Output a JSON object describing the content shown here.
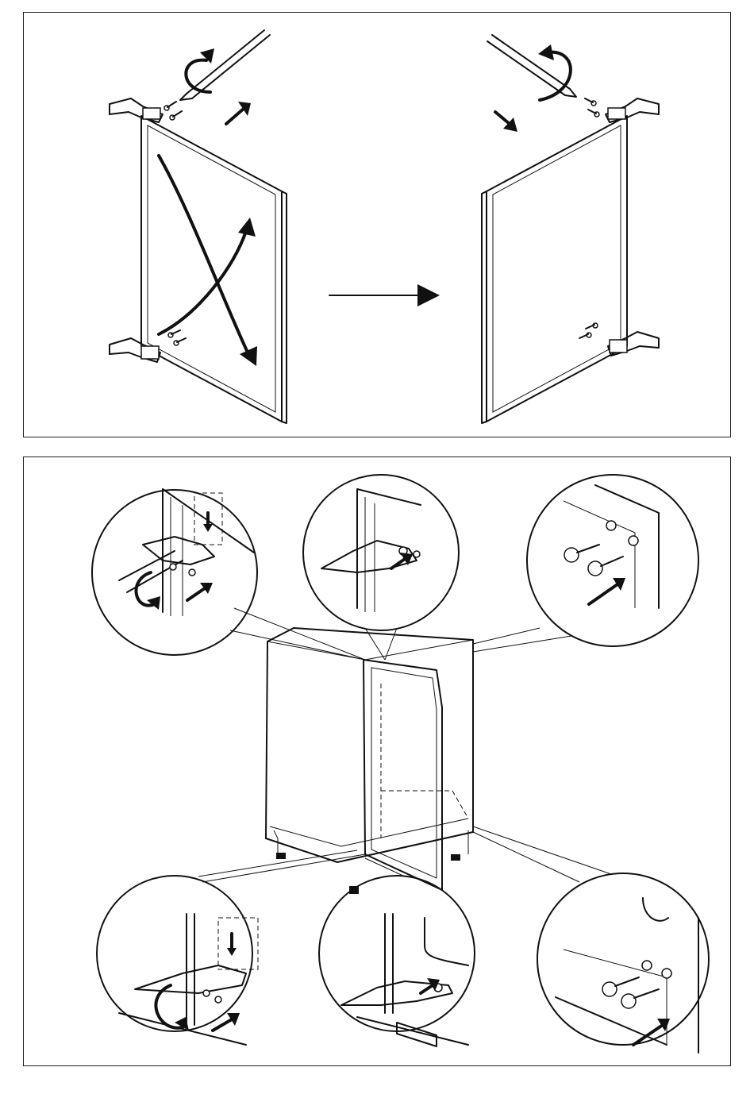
{
  "figure": {
    "panels": [
      {
        "id": "door-reversal-panel",
        "steps": [
          "unscrew-hinges",
          "swap-hinges",
          "refit-hinges"
        ]
      },
      {
        "id": "hinge-mounting-panel",
        "details": [
          "top-left-hinge",
          "top-center-hinge",
          "top-right-holes",
          "bottom-left-hinge",
          "bottom-center-hinge",
          "bottom-right-holes"
        ]
      }
    ],
    "icons": [
      "screwdriver-icon",
      "rotate-arrow-icon",
      "arrow-icon",
      "screw-icon",
      "hinge-icon",
      "door-icon",
      "appliance-icon",
      "magnifier-circle-icon"
    ],
    "colors": {
      "ink": "#111111",
      "paper": "#ffffff"
    }
  }
}
